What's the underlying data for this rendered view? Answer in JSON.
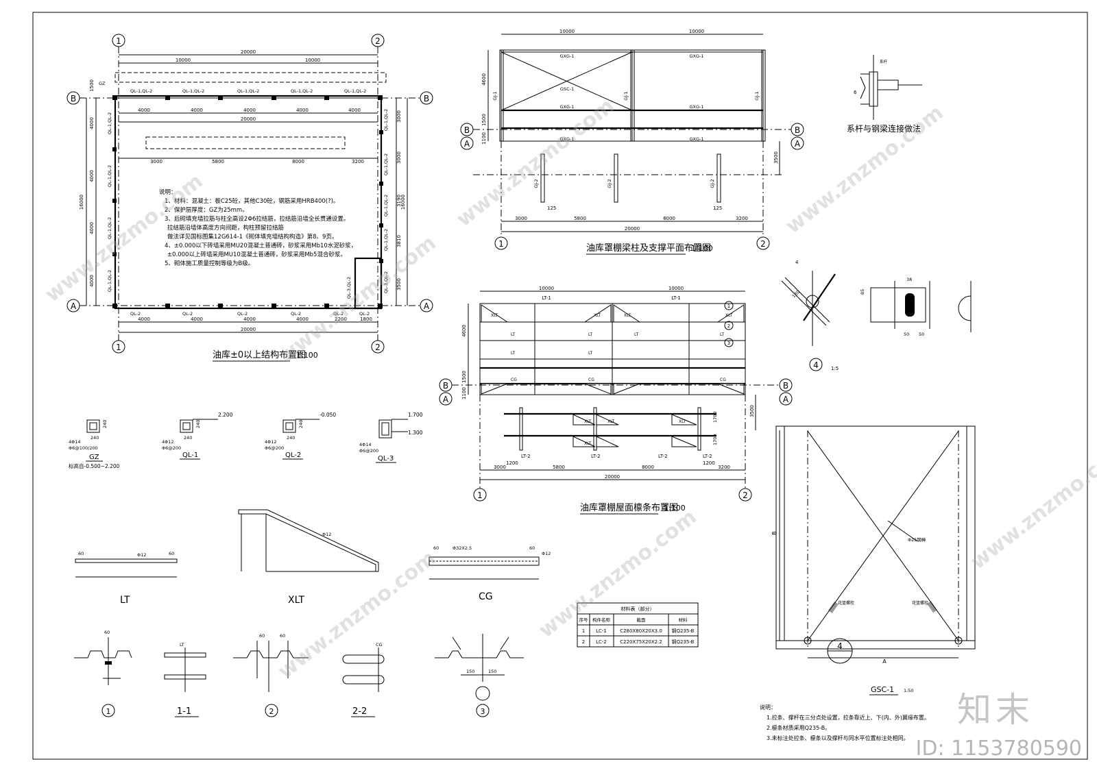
{
  "drawing": {
    "plan1_title": "油库±0以上结构布置图",
    "plan2_title": "油库罩棚梁柱及支撑平面布置图",
    "plan3_title": "油库罩棚屋面檩条布置图",
    "scale": "1:100",
    "scale_detail4": "1:5",
    "scale_gsc": "1:50",
    "detail_connection_title": "系杆与钢梁连接做法",
    "axes": {
      "a1": "1",
      "a2": "2",
      "aA": "A",
      "aB": "B"
    },
    "dims": {
      "d20000": "20000",
      "d10000": "10000",
      "d4000": "4000",
      "d16000": "16000",
      "d3000": "3000",
      "d5800": "5800",
      "d8000": "8000",
      "d3200": "3200",
      "d2200": "2200",
      "d1800": "1800",
      "d1500": "1500",
      "d4600": "4600",
      "d1100": "1100",
      "d3500": "3500",
      "d1200": "1200",
      "d1700": "1700",
      "d125": "125",
      "d3190": "3190",
      "d3810": "3810",
      "d150": "150",
      "d60": "60"
    },
    "beam_labels": {
      "ql12": "QL-1,QL-2",
      "ql2": "QL-2",
      "ql32": "QL-3,QL-2",
      "gz": "GZ",
      "gxg1": "GXG-1",
      "gsc1": "GSC-1",
      "gj1": "GJ-1",
      "gj2": "GJ-2",
      "lt1": "LT-1",
      "lt2": "LT-2",
      "lt": "LT",
      "xlt": "XLT",
      "cg": "CG"
    },
    "notes1": {
      "head": "说明：",
      "n1": "1、材料：混凝土：板C25砼，其他C30砼，钢筋采用HRB400(?)。",
      "n2": "2、保护层厚度：GZ为25mm。",
      "n3": "3、后砌填充墙拉筋与柱全高设2Φ6拉结筋，拉结筋沿墙全长贯通设置。",
      "n3b": "拉结筋沿墙体高度方向间距，构柱预留拉结筋",
      "n3c": "做法详见国标图集12G614-1《砌体填充墙结构构造》第8、9页。",
      "n4": "4、±0.000以下砖墙采用MU20混凝土普通砖，砂浆采用Mb10水泥砂浆，",
      "n4b": "±0.000以上砖墙采用MU10混凝土普通砖，砂浆采用Mb5混合砂浆。",
      "n5": "5、砌体施工质量控制等级为B级。"
    },
    "sections": {
      "gz": "GZ",
      "gz_elev": "标高自-0.500~2.200",
      "ql1": "QL-1",
      "ql2": "QL-2",
      "ql3": "QL-3",
      "e2200": "2.200",
      "e0050": "-0.050",
      "e1700": "1.700",
      "e1300": "1.300",
      "r4c14": "4Φ14",
      "r4c12": "4Φ12",
      "st100": "Φ6@100/200",
      "st200": "Φ6@200",
      "s240": "240"
    },
    "rods": {
      "lt": "LT",
      "xlt": "XLT",
      "cg": "CG",
      "phi12": "Φ12",
      "tube": "Φ32X2.5"
    },
    "details": {
      "d1": "1",
      "d11": "1-1",
      "d2": "2",
      "d22": "2-2",
      "d3": "3",
      "d4": "4"
    },
    "detail4_dims": {
      "a": "130",
      "b": "85",
      "c": "50",
      "d": "38"
    },
    "gsc": {
      "rod": "Φ25钢棒",
      "a": "A",
      "b": "B",
      "turn": "花篮螺栓"
    },
    "mat_table": {
      "title": "材料表（部分）",
      "headers": [
        "序号",
        "构件名称",
        "截面",
        "材料"
      ],
      "rows": [
        [
          "1",
          "LC-1",
          "C280X80X20X3.0",
          "钢Q235-B"
        ],
        [
          "2",
          "LC-2",
          "C220X75X20X2.2",
          "钢Q235-B"
        ]
      ]
    },
    "notes2": {
      "head": "说明：",
      "n1": "1.拉条、撑杆在三分点处设置，拉条靠近上、下(内、外)翼缘布置。",
      "n2": "2.檩条材质采用Q235-B。",
      "n3": "3.未标注处拉条、檩条以及撑杆与同水平位置标注处相同。"
    }
  },
  "watermark": {
    "site": "www.znzmo.com",
    "brand": "知末",
    "id": "ID: 1153780590"
  }
}
